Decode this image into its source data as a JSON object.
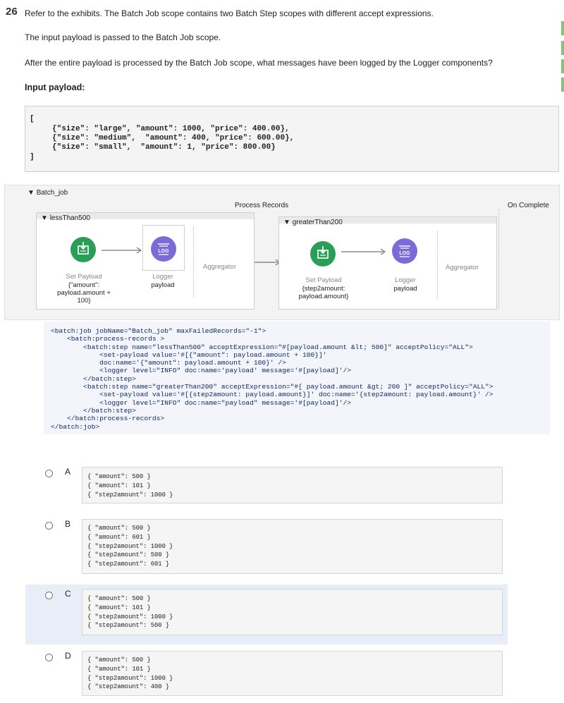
{
  "question": {
    "number": "26",
    "intro": "Refer to the exhibits. The Batch Job scope contains two Batch Step scopes with different accept expressions.",
    "line2": "The input payload is passed to the Batch Job scope.",
    "line3": "After the entire payload is processed by the Batch Job scope, what messages have been logged by the Logger components?",
    "input_label": "Input payload:"
  },
  "input_payload": {
    "open": "[",
    "rows": [
      "{\"size\": \"large\", \"amount\": 1000, \"price\": 400.00},",
      "{\"size\": \"medium\",  \"amount\": 400, \"price\": 600.00},",
      "{\"size\": \"small\",  \"amount\": 1, \"price\": 800.00}"
    ],
    "close": "]"
  },
  "flow": {
    "batch_job": "Batch_job",
    "process_records": "Process Records",
    "on_complete": "On Complete",
    "step1": {
      "name": "lessThan500",
      "set_payload_title": "Set Payload",
      "set_payload_value": "{\"amount\":\npayload.amount +\n100}",
      "logger_title": "Logger",
      "logger_value": "payload",
      "aggregator": "Aggregator"
    },
    "step2": {
      "name": "greaterThan200",
      "set_payload_title": "Set Payload",
      "set_payload_value": "{step2amount:\npayload.amount}",
      "logger_title": "Logger",
      "logger_value": "payload",
      "aggregator": "Aggregator"
    },
    "log_icon_text": "LOG"
  },
  "xml_code": "<batch:job jobName=\"Batch_job\" maxFailedRecords=\"-1\">\n    <batch:process-records >\n        <batch:step name=\"lessThan500\" acceptExpression=\"#[payload.amount &lt; 500]\" acceptPolicy=\"ALL\">\n            <set-payload value='#[{\"amount\": payload.amount + 100}]'\n            doc:name='{\"amount\": payload.amount + 100}' />\n            <logger level=\"INFO\" doc:name='payload' message='#[payload]'/>\n        </batch:step>\n        <batch:step name=\"greaterThan200\" acceptExpression=\"#[ payload.amount &gt; 200 ]\" acceptPolicy=\"ALL\">\n            <set-payload value='#[{step2amount: payload.amount}]' doc:name='{step2amount: payload.amount}' />\n            <logger level=\"INFO\" doc:name=\"payload\" message='#[payload]'/>\n        </batch:step>\n    </batch:process-records>\n</batch:job>",
  "options": [
    {
      "letter": "A",
      "text": "{ \"amount\": 500 }\n{ \"amount\": 101 }\n{ \"step2amount\": 1000 }"
    },
    {
      "letter": "B",
      "text": "{ \"amount\": 500 }\n{ \"amount\": 601 }\n{ \"step2amount\": 1000 }\n{ \"step2amount\": 500 }\n{ \"step2amount\": 601 }"
    },
    {
      "letter": "C",
      "text": "{ \"amount\": 500 }\n{ \"amount\": 101 }\n{ \"step2amount\": 1000 }\n{ \"step2amount\": 500 }"
    },
    {
      "letter": "D",
      "text": "{ \"amount\": 500 }\n{ \"amount\": 101 }\n{ \"step2amount\": 1000 }\n{ \"step2amount\": 400 }"
    }
  ],
  "colors": {
    "green_icon": "#2a9d57",
    "purple_icon": "#7a6bd6",
    "accent_strip": "#86c46f",
    "highlight_option": "#e8eef7"
  }
}
